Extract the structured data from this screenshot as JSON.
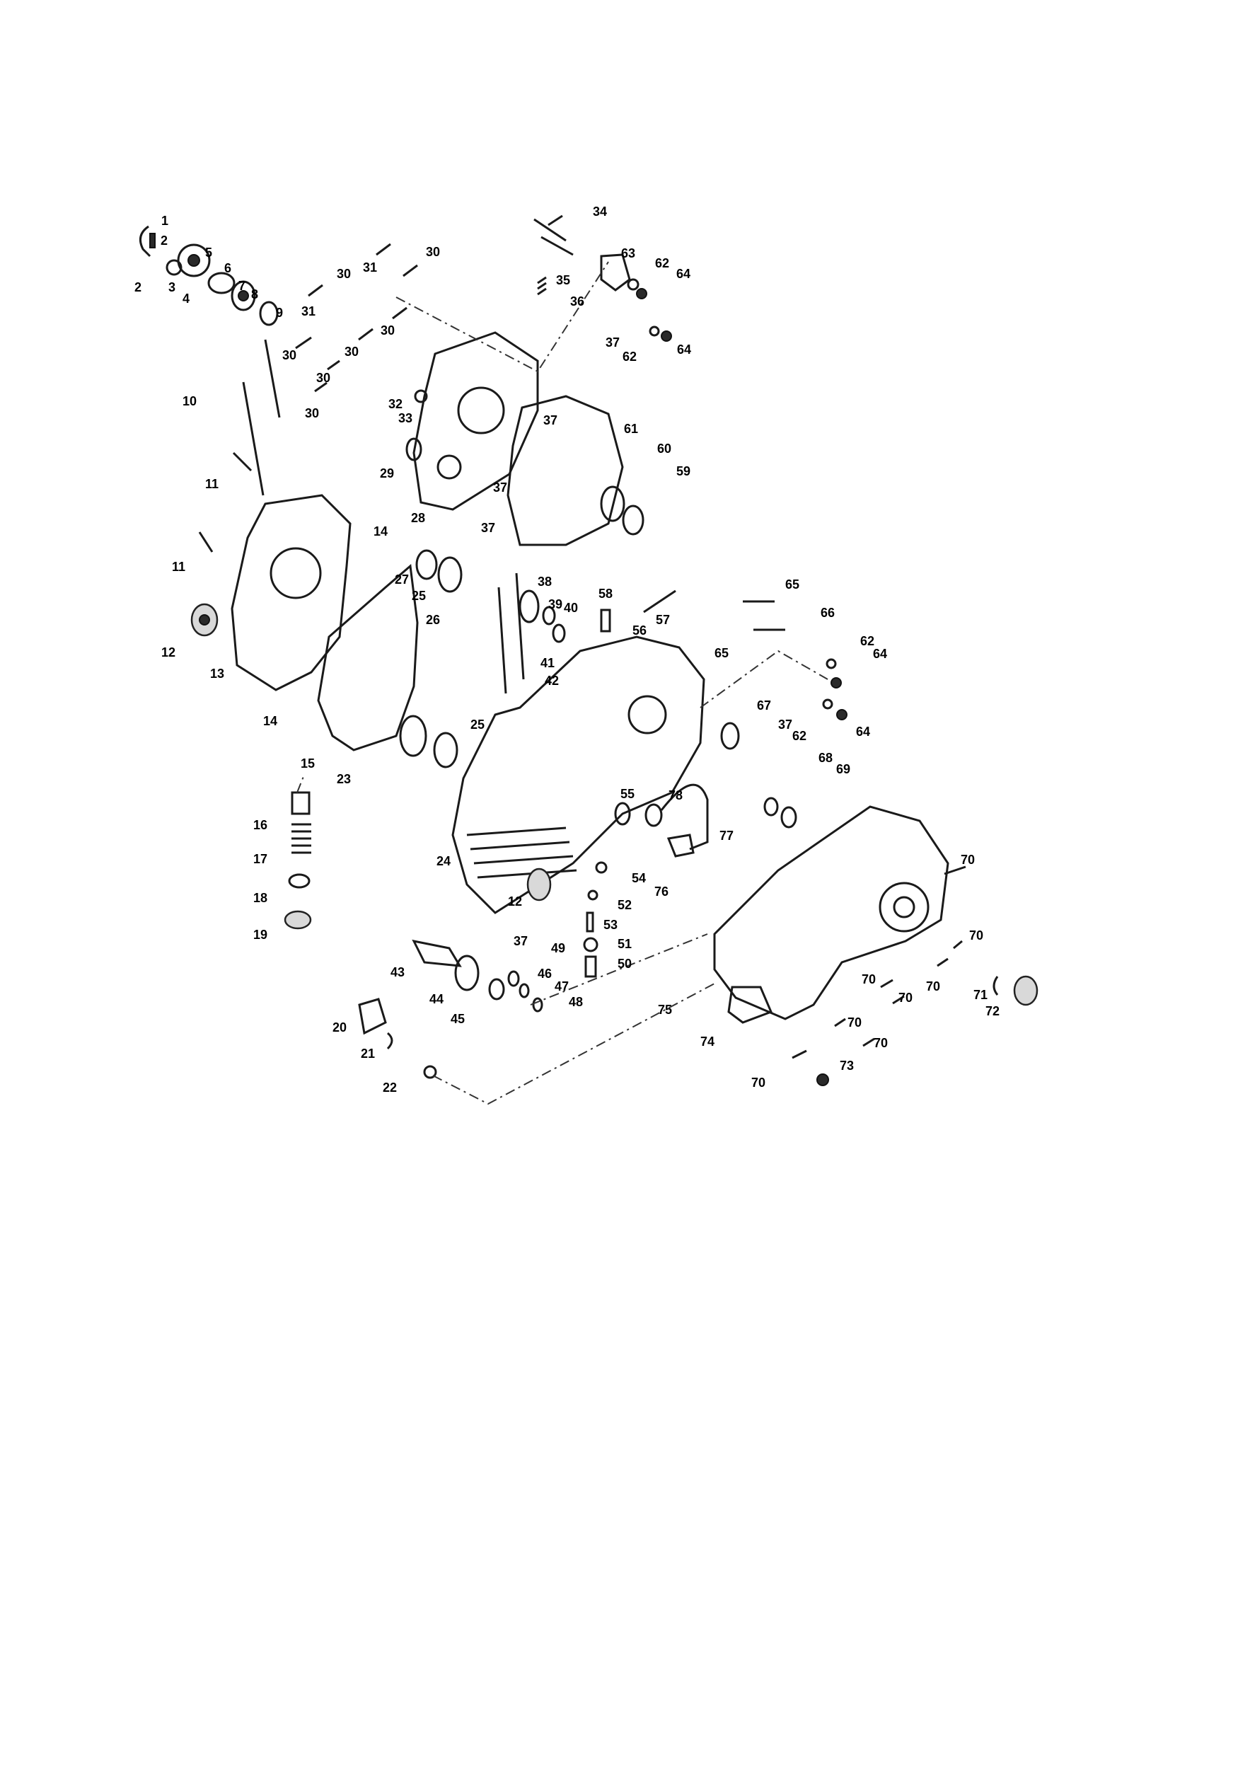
{
  "callouts": [
    {
      "id": "c1",
      "label": "1"
    },
    {
      "id": "c2a",
      "label": "2"
    },
    {
      "id": "c2b",
      "label": "2"
    },
    {
      "id": "c3",
      "label": "3"
    },
    {
      "id": "c4",
      "label": "4"
    },
    {
      "id": "c5",
      "label": "5"
    },
    {
      "id": "c6",
      "label": "6"
    },
    {
      "id": "c7",
      "label": "7"
    },
    {
      "id": "c8",
      "label": "8"
    },
    {
      "id": "c9",
      "label": "9"
    },
    {
      "id": "c10",
      "label": "10"
    },
    {
      "id": "c11a",
      "label": "11"
    },
    {
      "id": "c11b",
      "label": "11"
    },
    {
      "id": "c12a",
      "label": "12"
    },
    {
      "id": "c12b",
      "label": "12"
    },
    {
      "id": "c13",
      "label": "13"
    },
    {
      "id": "c14a",
      "label": "14"
    },
    {
      "id": "c14b",
      "label": "14"
    },
    {
      "id": "c15",
      "label": "15"
    },
    {
      "id": "c16",
      "label": "16"
    },
    {
      "id": "c17",
      "label": "17"
    },
    {
      "id": "c18",
      "label": "18"
    },
    {
      "id": "c19",
      "label": "19"
    },
    {
      "id": "c20",
      "label": "20"
    },
    {
      "id": "c21",
      "label": "21"
    },
    {
      "id": "c22",
      "label": "22"
    },
    {
      "id": "c23",
      "label": "23"
    },
    {
      "id": "c24",
      "label": "24"
    },
    {
      "id": "c25a",
      "label": "25"
    },
    {
      "id": "c25b",
      "label": "25"
    },
    {
      "id": "c26",
      "label": "26"
    },
    {
      "id": "c27",
      "label": "27"
    },
    {
      "id": "c28",
      "label": "28"
    },
    {
      "id": "c29",
      "label": "29"
    },
    {
      "id": "c30a",
      "label": "30"
    },
    {
      "id": "c30b",
      "label": "30"
    },
    {
      "id": "c30c",
      "label": "30"
    },
    {
      "id": "c30d",
      "label": "30"
    },
    {
      "id": "c30e",
      "label": "30"
    },
    {
      "id": "c30f",
      "label": "30"
    },
    {
      "id": "c30g",
      "label": "30"
    },
    {
      "id": "c31a",
      "label": "31"
    },
    {
      "id": "c31b",
      "label": "31"
    },
    {
      "id": "c32",
      "label": "32"
    },
    {
      "id": "c33",
      "label": "33"
    },
    {
      "id": "c34",
      "label": "34"
    },
    {
      "id": "c35",
      "label": "35"
    },
    {
      "id": "c36",
      "label": "36"
    },
    {
      "id": "c37a",
      "label": "37"
    },
    {
      "id": "c37b",
      "label": "37"
    },
    {
      "id": "c37c",
      "label": "37"
    },
    {
      "id": "c37d",
      "label": "37"
    },
    {
      "id": "c37e",
      "label": "37"
    },
    {
      "id": "c37f",
      "label": "37"
    },
    {
      "id": "c38",
      "label": "38"
    },
    {
      "id": "c39",
      "label": "39"
    },
    {
      "id": "c40",
      "label": "40"
    },
    {
      "id": "c41",
      "label": "41"
    },
    {
      "id": "c42",
      "label": "42"
    },
    {
      "id": "c43",
      "label": "43"
    },
    {
      "id": "c44",
      "label": "44"
    },
    {
      "id": "c45",
      "label": "45"
    },
    {
      "id": "c46",
      "label": "46"
    },
    {
      "id": "c47",
      "label": "47"
    },
    {
      "id": "c48",
      "label": "48"
    },
    {
      "id": "c49",
      "label": "49"
    },
    {
      "id": "c50",
      "label": "50"
    },
    {
      "id": "c51",
      "label": "51"
    },
    {
      "id": "c52",
      "label": "52"
    },
    {
      "id": "c53",
      "label": "53"
    },
    {
      "id": "c54",
      "label": "54"
    },
    {
      "id": "c55",
      "label": "55"
    },
    {
      "id": "c56",
      "label": "56"
    },
    {
      "id": "c57",
      "label": "57"
    },
    {
      "id": "c58",
      "label": "58"
    },
    {
      "id": "c59",
      "label": "59"
    },
    {
      "id": "c60",
      "label": "60"
    },
    {
      "id": "c61",
      "label": "61"
    },
    {
      "id": "c62a",
      "label": "62"
    },
    {
      "id": "c62b",
      "label": "62"
    },
    {
      "id": "c62c",
      "label": "62"
    },
    {
      "id": "c62d",
      "label": "62"
    },
    {
      "id": "c63",
      "label": "63"
    },
    {
      "id": "c64a",
      "label": "64"
    },
    {
      "id": "c64b",
      "label": "64"
    },
    {
      "id": "c64c",
      "label": "64"
    },
    {
      "id": "c64d",
      "label": "64"
    },
    {
      "id": "c65a",
      "label": "65"
    },
    {
      "id": "c65b",
      "label": "65"
    },
    {
      "id": "c66",
      "label": "66"
    },
    {
      "id": "c67",
      "label": "67"
    },
    {
      "id": "c68",
      "label": "68"
    },
    {
      "id": "c69",
      "label": "69"
    },
    {
      "id": "c70a",
      "label": "70"
    },
    {
      "id": "c70b",
      "label": "70"
    },
    {
      "id": "c70c",
      "label": "70"
    },
    {
      "id": "c70d",
      "label": "70"
    },
    {
      "id": "c70e",
      "label": "70"
    },
    {
      "id": "c70f",
      "label": "70"
    },
    {
      "id": "c70g",
      "label": "70"
    },
    {
      "id": "c70h",
      "label": "70"
    },
    {
      "id": "c71",
      "label": "71"
    },
    {
      "id": "c72",
      "label": "72"
    },
    {
      "id": "c73",
      "label": "73"
    },
    {
      "id": "c74",
      "label": "74"
    },
    {
      "id": "c75",
      "label": "75"
    },
    {
      "id": "c76",
      "label": "76"
    },
    {
      "id": "c77",
      "label": "77"
    },
    {
      "id": "c78",
      "label": "78"
    }
  ]
}
